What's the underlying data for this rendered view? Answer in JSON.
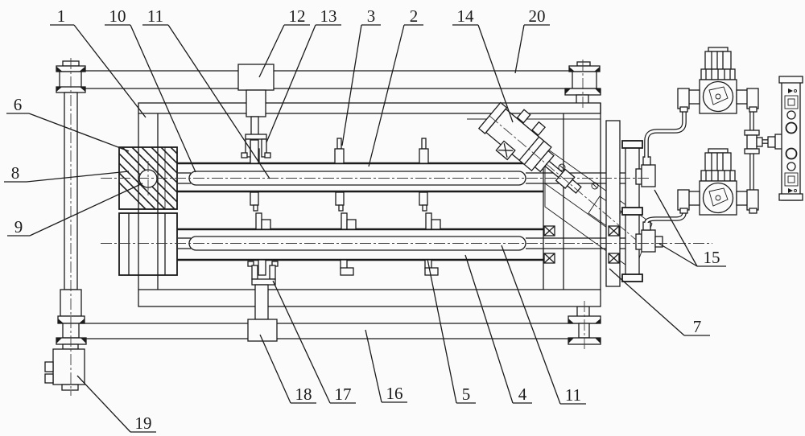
{
  "figure": {
    "kind": "patent-line-drawing",
    "background_color": "#fbfbfb",
    "line_color": "#1b1b1b",
    "description": "Side-view engineering drawing of a twin-tube apparatus on a rail frame with drive motor, angled air cylinder and external pneumatic regulator circuit"
  },
  "callouts": {
    "c1": {
      "label": "1"
    },
    "c2": {
      "label": "2"
    },
    "c3": {
      "label": "3"
    },
    "c4": {
      "label": "4"
    },
    "c5": {
      "label": "5"
    },
    "c6": {
      "label": "6"
    },
    "c7": {
      "label": "7"
    },
    "c8": {
      "label": "8"
    },
    "c9": {
      "label": "9"
    },
    "c10": {
      "label": "10"
    },
    "c11": {
      "label": "11"
    },
    "c11b": {
      "label": "11"
    },
    "c12": {
      "label": "12"
    },
    "c13": {
      "label": "13"
    },
    "c14": {
      "label": "14"
    },
    "c15": {
      "label": "15"
    },
    "c16": {
      "label": "16"
    },
    "c17": {
      "label": "17"
    },
    "c18": {
      "label": "18"
    },
    "c19": {
      "label": "19"
    },
    "c20": {
      "label": "20"
    }
  }
}
